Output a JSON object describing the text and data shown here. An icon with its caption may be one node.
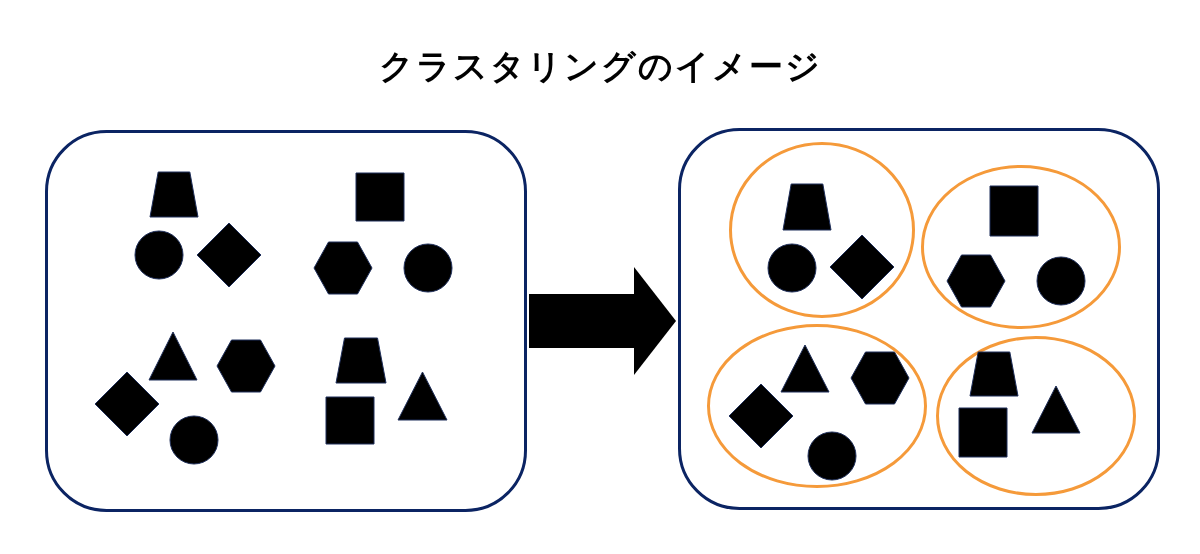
{
  "diagram": {
    "title": "クラスタリングのイメージ",
    "nodes": [
      {
        "text": [],
        "shape": "box"
      },
      {
        "text": [],
        "shape": "box"
      },
      {
        "text": [],
        "shape": "ellipse",
        "in": 1
      },
      {
        "text": [],
        "shape": "ellipse",
        "in": 1
      },
      {
        "text": [],
        "shape": "ellipse",
        "in": 1
      },
      {
        "text": [],
        "shape": "ellipse",
        "in": 1
      }
    ],
    "edges": [
      {
        "from": 0,
        "to": 1,
        "arrow": "to"
      }
    ]
  }
}
